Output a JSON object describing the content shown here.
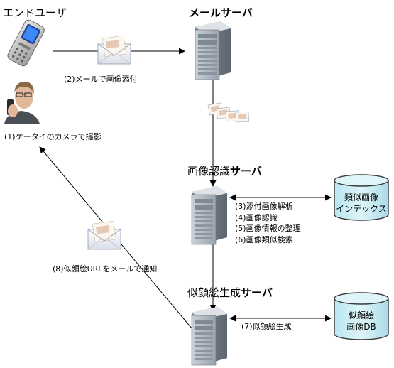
{
  "actors": {
    "end_user": "エンドユーザ",
    "mail_server": "メールサーバ",
    "recognition_server_prefix": "画像認識",
    "recognition_server_suffix": "サーバ",
    "portrait_server_prefix": "似顔絵生成",
    "portrait_server_suffix": "サーバ"
  },
  "steps": {
    "s1": "(1)ケータイのカメラで撮影",
    "s2": "(2)メールで画像添付",
    "s3": "(3)添付画像解析",
    "s4": "(4)画像認識",
    "s5": "(5)画像情報の整理",
    "s6": "(6)画像類似検索",
    "s7": "(7)似顔絵生成",
    "s8": "(8)似顔絵URLをメールで通知"
  },
  "databases": {
    "index_db": {
      "line1": "類似画像",
      "line2": "インデックス"
    },
    "portrait_db": {
      "line1": "似顔絵",
      "line2": "画像DB"
    }
  },
  "colors": {
    "db_fill": "#cfeef5",
    "db_stroke": "#3a3a3a",
    "server_body": "#aab2bc",
    "arrow": "#000000"
  }
}
